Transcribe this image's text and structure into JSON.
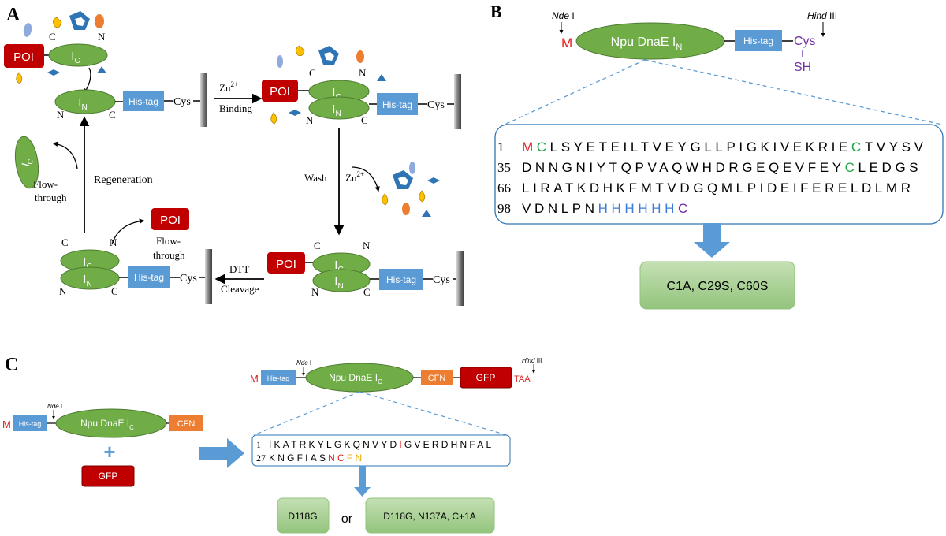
{
  "colors": {
    "poi": "#c00000",
    "intein": "#70ad47",
    "intein_stroke": "#4e7c32",
    "his": "#5b9bd5",
    "cfn": "#ed7d31",
    "gfp": "#c00000",
    "red_text": "#e02020",
    "green_text": "#21a84a",
    "blue_text": "#3b7dd8",
    "purple": "#7030a0",
    "orange_text": "#e6a800",
    "box_green": "#a9d18e",
    "dashed": "#5b9bd5"
  },
  "panel_a": {
    "label": "A",
    "poi": "POI",
    "ic": "I",
    "ic_sub": "C",
    "in": "I",
    "in_sub": "N",
    "his": "His-tag",
    "cys": "Cys",
    "c": "C",
    "n": "N",
    "zn": "Zn",
    "zn_sup": "2+",
    "binding": "Binding",
    "wash": "Wash",
    "dtt": "DTT",
    "cleavage": "Cleavage",
    "regeneration": "Regeneration",
    "flow1": "Flow-",
    "flow2": "through"
  },
  "panel_b": {
    "label": "B",
    "nde": "Nde",
    "nde_roman": "I",
    "hind": "Hind",
    "hind_roman": "III",
    "m": "M",
    "protein": "Npu DnaE I",
    "protein_sub": "N",
    "his": "His-tag",
    "cys": "Cys",
    "sh": "SH",
    "seq_rows": [
      {
        "num": "1",
        "seq": "MCLSYETEILTVEYGLLPIGKIVEKRIECTVYSV"
      },
      {
        "num": "35",
        "seq": "DNNGNIYTQPVAQWHDRGEQEVFEYCLEDGS"
      },
      {
        "num": "66",
        "seq": "LIRATKDHKFMTVDGQMLPIDEIFERELDLMR"
      },
      {
        "num": "98",
        "seq": "VDNLPNHHHHHHC"
      }
    ],
    "mutations": "C1A, C29S, C60S"
  },
  "panel_c": {
    "label": "C",
    "m": "M",
    "his": "His-tag",
    "nde": "Nde",
    "nde_roman": "I",
    "hind": "Hind",
    "hind_roman": "III",
    "protein": "Npu DnaE I",
    "protein_sub": "C",
    "cfn": "CFN",
    "gfp": "GFP",
    "taa": "TAA",
    "plus": "+",
    "seq_rows": [
      {
        "num": "1",
        "seq": "IKATRKYLGKQNVYDIGVERDHNFAL"
      },
      {
        "num": "27",
        "seq": "KNGFIASNCFN"
      }
    ],
    "opt1": "D118G",
    "or": "or",
    "opt2": "D118G, N137A, C+1A"
  }
}
